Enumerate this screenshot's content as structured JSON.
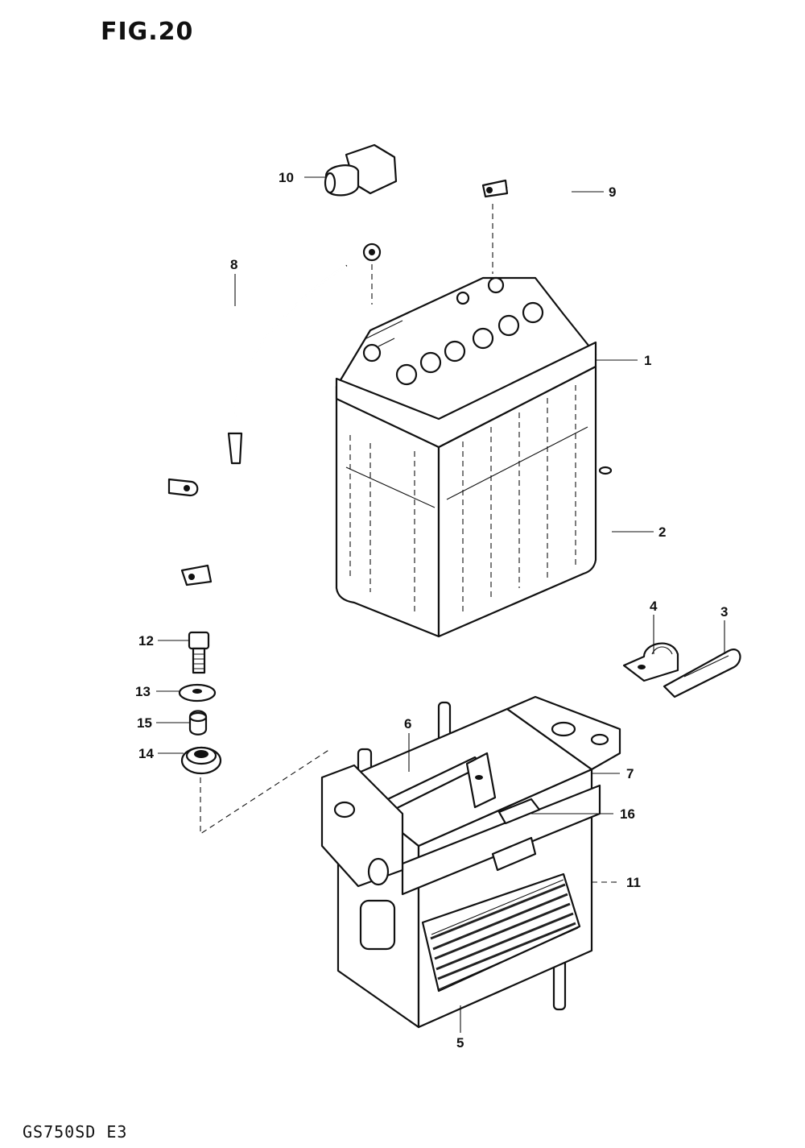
{
  "figure": {
    "title": "FIG.20",
    "model": "GS750SD E3"
  },
  "callouts": {
    "c1": "1",
    "c2": "2",
    "c3": "3",
    "c4": "4",
    "c5": "5",
    "c6": "6",
    "c7": "7",
    "c8": "8",
    "c9": "9",
    "c10": "10",
    "c11": "11",
    "c12": "12",
    "c13": "13",
    "c14": "14",
    "c15": "15",
    "c16": "16"
  }
}
